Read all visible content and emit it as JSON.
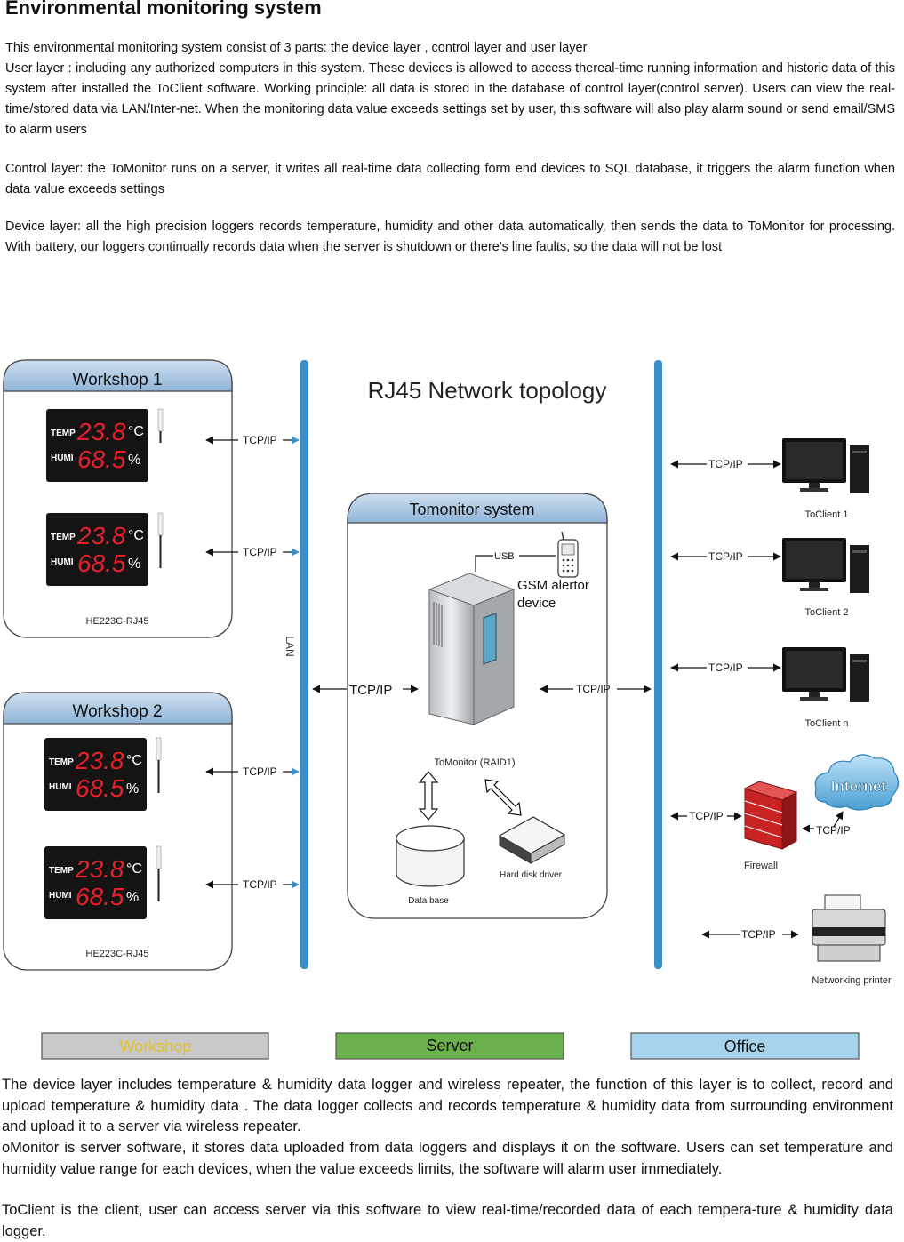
{
  "header": {
    "title": "Environmental monitoring system"
  },
  "intro": {
    "p1": "This environmental monitoring system consist of 3 parts: the device layer , control layer and user layer",
    "p2": "User layer : including any authorized computers in this system. These devices is allowed to access thereal-time running information and historic data of this system after installed the ToClient software. Working principle: all data is stored in the database of control layer(control server). Users can view the real-time/stored data via LAN/Inter-net. When the monitoring data value exceeds settings set by user, this software will also play alarm sound or send email/SMS to alarm users",
    "p3": "Control layer: the ToMonitor runs on a server, it writes all real-time data collecting form end devices to SQL database, it triggers the alarm function when data value exceeds settings",
    "p4": "Device layer: all the high precision loggers records temperature, humidity and other data automatically, then sends the data to ToMonitor for processing. With battery, our loggers continually records data when the server is shutdown or there's line faults, so the data will not be lost"
  },
  "diagram": {
    "title": "RJ45 Network topology",
    "lan_label": "LAN",
    "protocol": "TCP/IP",
    "usb_label": "USB",
    "workshops": [
      {
        "name": "Workshop 1",
        "model": "HE223C-RJ45"
      },
      {
        "name": "Workshop 2",
        "model": "HE223C-RJ45"
      }
    ],
    "display": {
      "temp_label": "TEMP",
      "humi_label": "HUMI",
      "temp_value": "23.8",
      "humi_value": "68.5",
      "temp_unit": "°C",
      "humi_unit": "%"
    },
    "server": {
      "panel_title": "Tomonitor system",
      "gsm_label_1": "GSM alertor",
      "gsm_label_2": "device",
      "server_label": "ToMonitor (RAID1)",
      "database_label": "Data base",
      "hdd_label": "Hard disk driver"
    },
    "office": {
      "clients": [
        "ToClient 1",
        "ToClient 2",
        "ToClient n"
      ],
      "internet": "Internet",
      "firewall": "Firewall",
      "printer": "Networking printer"
    },
    "legend": {
      "workshop": "Workshop",
      "server": "Server",
      "office": "Office"
    },
    "colors": {
      "lan_bar": "#3b8fc4",
      "panel_header": "#a9c6e3",
      "led_red": "#e8202a",
      "legend_workshop": "#c9c9c9",
      "legend_workshop_text": "#e8c020",
      "legend_server": "#6ab04c",
      "legend_office": "#a7d3ec"
    }
  },
  "footer": {
    "p1": "The device layer includes temperature & humidity data logger and wireless repeater, the function of this layer is to collect, record and upload temperature & humidity data . The data logger collects and records temperature & humidity data from surrounding environment and upload it to a server via wireless repeater.",
    "p2": "oMonitor is server software, it stores data uploaded from data loggers and displays it on the software. Users can set temperature and humidity value range for each devices, when the value exceeds limits, the software will alarm user immediately.",
    "p3": "ToClient is the client, user can access server via this software to view real-time/recorded data of each tempera-ture & humidity data logger."
  }
}
